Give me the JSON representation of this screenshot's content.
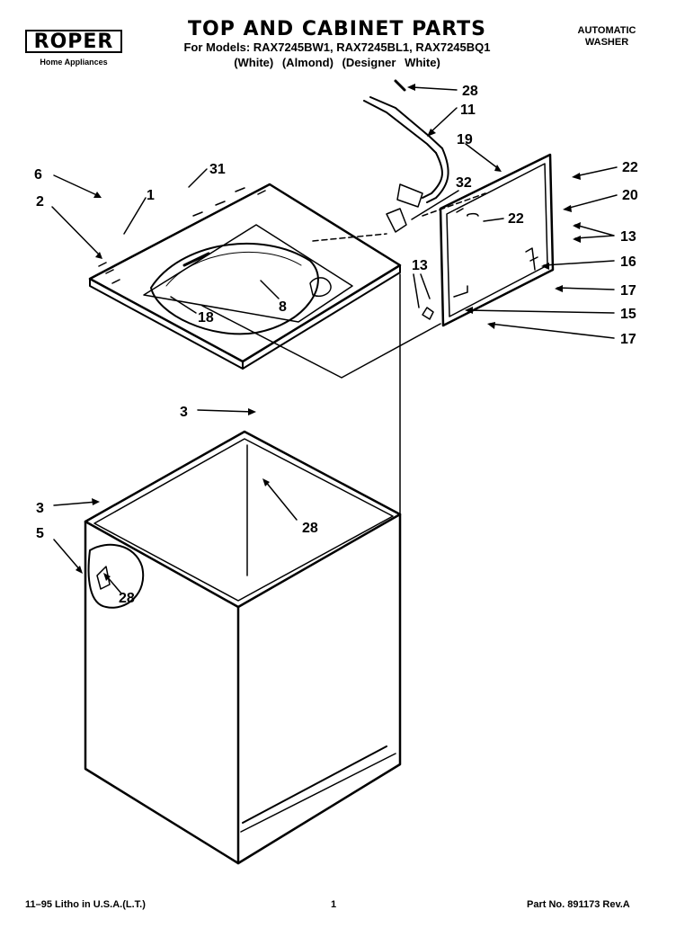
{
  "header": {
    "brand": "ROPER",
    "brand_sub": "Home Appliances",
    "title": "TOP AND CABINET PARTS",
    "models_line": "For Models: RAX7245BW1, RAX7245BL1, RAX7245BQ1",
    "variants_line": "(White)     (Almond) (Designer White)",
    "product_type_1": "AUTOMATIC",
    "product_type_2": "WASHER"
  },
  "callouts": {
    "c28a": "28",
    "c11": "11",
    "c19": "19",
    "c22a": "22",
    "c20": "20",
    "c6": "6",
    "c31": "31",
    "c1": "1",
    "c2": "2",
    "c32": "32",
    "c22b": "22",
    "c13a": "13",
    "c13b": "13",
    "c16": "16",
    "c17a": "17",
    "c15": "15",
    "c17b": "17",
    "c8": "8",
    "c18": "18",
    "c3a": "3",
    "c3b": "3",
    "c28b": "28",
    "c5": "5",
    "c28c": "28"
  },
  "footer": {
    "litho": "11–95 Litho in U.S.A.(L.T.)",
    "page": "1",
    "part_no": "Part No. 891173 Rev.A"
  }
}
